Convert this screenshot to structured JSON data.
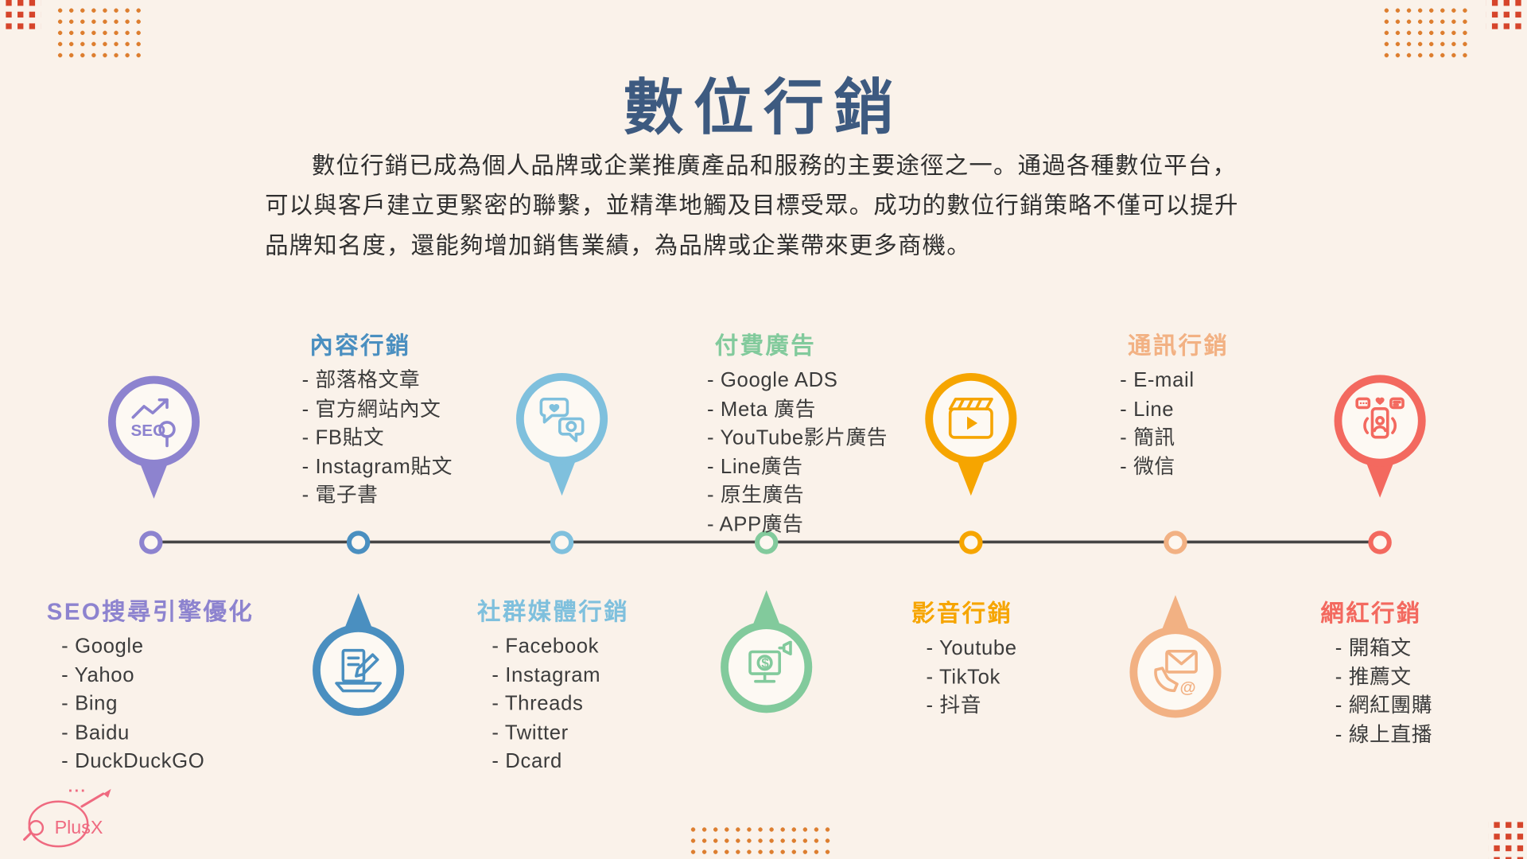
{
  "page": {
    "title": "數位行銷",
    "intro": "數位行銷已成為個人品牌或企業推廣產品和服務的主要途徑之一。通過各種數位平台，可以與客戶建立更緊密的聯繫，並精準地觸及目標受眾。成功的數位行銷策略不僅可以提升品牌知名度，還能夠增加銷售業績，為品牌或企業帶來更多商機。"
  },
  "colors": {
    "background": "#faf2ea",
    "title": "#3d5a80",
    "body_text": "#2f2f2f",
    "timeline_line": "#454545",
    "deco_dots": "#dd7e2f",
    "deco_squares": "#d6452b",
    "logo": "#ef6a80"
  },
  "icon_text": {
    "seo": "SEO",
    "dollar": "$",
    "at": "@"
  },
  "logo": {
    "dots": "...",
    "text": "PlusX"
  },
  "timeline": {
    "nodes": [
      {
        "id": "seo",
        "title": "SEO搜尋引擎優化",
        "color": "#8d83cf",
        "icon": "seo-magnifier-icon",
        "pin": "above",
        "items": [
          "- Google",
          "- Yahoo",
          "- Bing",
          "- Baidu",
          "- DuckDuckGO"
        ]
      },
      {
        "id": "content",
        "title": "內容行銷",
        "color": "#4a8fc0",
        "icon": "laptop-writing-icon",
        "pin": "below",
        "items": [
          "- 部落格文章",
          "- 官方網站內文",
          "- FB貼文",
          "- Instagram貼文",
          "- 電子書"
        ]
      },
      {
        "id": "social",
        "title": "社群媒體行銷",
        "color": "#7fc0dd",
        "icon": "chat-bubbles-icon",
        "pin": "above",
        "items": [
          "- Facebook",
          "- Instagram",
          "- Threads",
          "- Twitter",
          "- Dcard"
        ]
      },
      {
        "id": "paid-ads",
        "title": "付費廣告",
        "color": "#82ca9c",
        "icon": "ads-screen-icon",
        "pin": "below",
        "items": [
          "- Google ADS",
          "- Meta 廣告",
          "- YouTube影片廣告",
          "- Line廣告",
          "- 原生廣告",
          "- APP廣告"
        ]
      },
      {
        "id": "video",
        "title": "影音行銷",
        "color": "#f6a500",
        "icon": "video-player-icon",
        "pin": "above",
        "items": [
          "- Youtube",
          "- TikTok",
          "- 抖音"
        ]
      },
      {
        "id": "messaging",
        "title": "通訊行銷",
        "color": "#f2b183",
        "icon": "phone-mail-icon",
        "pin": "below",
        "items": [
          "- E-mail",
          "- Line",
          "- 簡訊",
          "- 微信"
        ]
      },
      {
        "id": "influencer",
        "title": "網紅行銷",
        "color": "#f3695f",
        "icon": "influencer-phone-icon",
        "pin": "above",
        "items": [
          "- 開箱文",
          "- 推薦文",
          "- 網紅團購",
          "- 線上直播"
        ]
      }
    ]
  }
}
